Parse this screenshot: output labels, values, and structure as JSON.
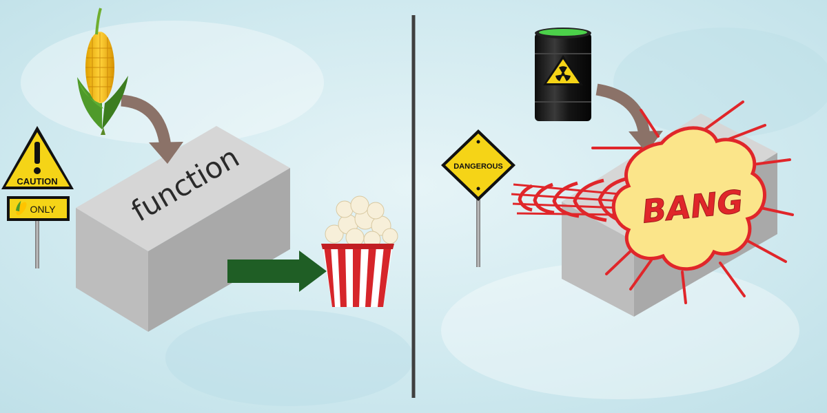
{
  "left_panel": {
    "box_label": "function",
    "caution_sign": {
      "title": "CAUTION",
      "plate": "ONLY"
    }
  },
  "right_panel": {
    "danger_sign": {
      "title": "DANGEROUS"
    },
    "explosion": {
      "text": "BANG"
    }
  },
  "colors": {
    "background": "#cfe9ef",
    "divider": "#3f3f3f",
    "curved_arrow": "#8b7268",
    "output_arrow": "#1f5e25",
    "sign_yellow": "#f5d417",
    "explosion_red": "#e0262a",
    "explosion_fill": "#fbe58a",
    "box_top": "#d6d6d6",
    "box_front": "#c4c4c4",
    "box_side": "#a9a9a9"
  },
  "icons": {
    "input": "corn-cob-icon",
    "output": "popcorn-bucket-icon",
    "hazard": "radioactive-barrel-icon",
    "hazard_symbol": "radiation-trefoil-icon"
  }
}
